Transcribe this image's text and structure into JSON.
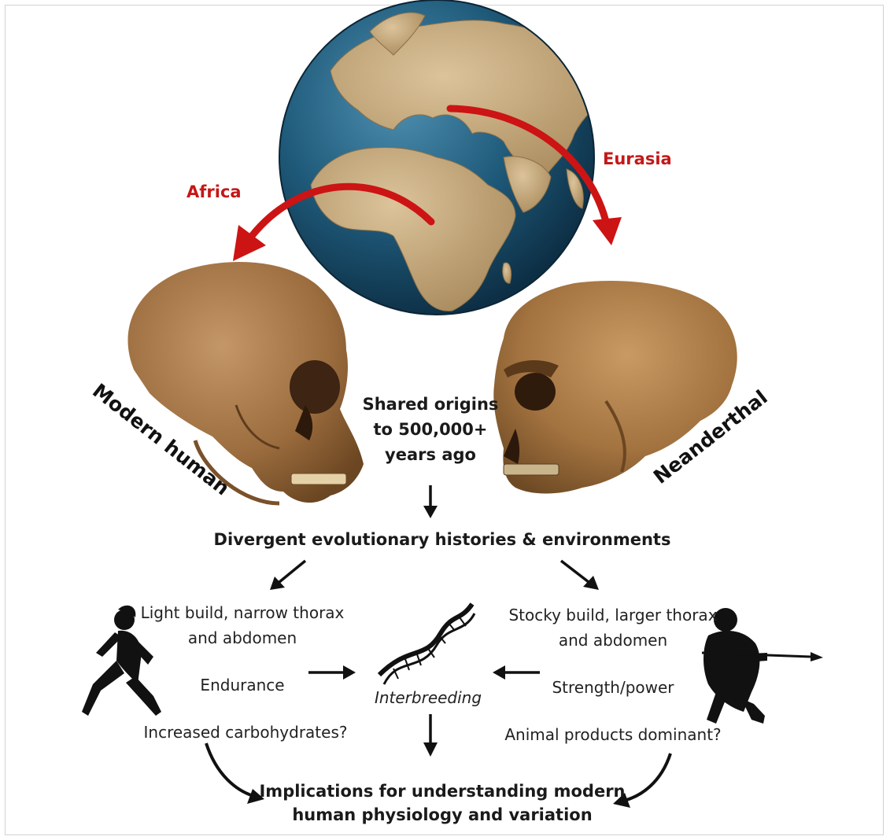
{
  "regions": {
    "left": "Africa",
    "right": "Eurasia"
  },
  "species": {
    "left": "Modern human",
    "right": "Neanderthal"
  },
  "origins": {
    "line1": "Shared origins",
    "line2": "to 500,000+",
    "line3": "years ago"
  },
  "divergence": "Divergent evolutionary histories & environments",
  "modern_traits": {
    "build_line1": "Light build, narrow thorax",
    "build_line2": "and abdomen",
    "endurance": "Endurance",
    "diet": "Increased carbohydrates?"
  },
  "neanderthal_traits": {
    "build_line1": "Stocky build, larger thorax",
    "build_line2": "and abdomen",
    "strength": "Strength/power",
    "diet": "Animal products dominant?"
  },
  "interbreeding": "Interbreeding",
  "implications": {
    "line1": "Implications for understanding modern",
    "line2": "human physiology and variation"
  },
  "colors": {
    "arrow_red": "#cc1414",
    "ocean": "#1f5a7a",
    "land": "#c8a97a",
    "bone_modern": "#a97a4a",
    "bone_neanderthal": "#b07d48",
    "silhouette": "#111111"
  }
}
